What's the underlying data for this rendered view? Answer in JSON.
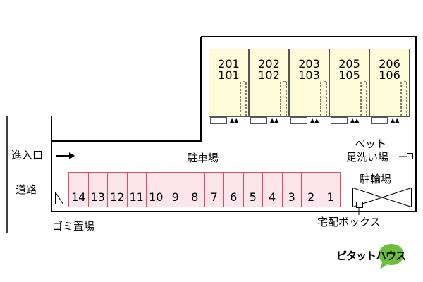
{
  "labels": {
    "entrance": "進入口",
    "road": "道路",
    "parking": "駐車場",
    "pet_wash_line1": "ペット",
    "pet_wash_line2": "足洗い場",
    "bicycle_parking": "駐輪場",
    "garbage": "ゴミ置場",
    "delivery_box": "宅配ボックス",
    "logo_text": "ピタットハウス"
  },
  "units": [
    {
      "upper": "201",
      "lower": "101"
    },
    {
      "upper": "202",
      "lower": "102"
    },
    {
      "upper": "203",
      "lower": "103"
    },
    {
      "upper": "205",
      "lower": "105"
    },
    {
      "upper": "206",
      "lower": "106"
    }
  ],
  "parking_spaces": [
    "14",
    "13",
    "12",
    "11",
    "10",
    "9",
    "8",
    "7",
    "6",
    "5",
    "4",
    "3",
    "2",
    "1"
  ],
  "colors": {
    "unit_fill": "#fefcd8",
    "parking_fill": "#fde6ea",
    "parking_border": "#d94c6a",
    "logo_green": "#6cbf3c"
  },
  "icons": {
    "entrance_arrow": "right-arrow-icon",
    "meter": "triangle-meter-icon",
    "bike_area": "crossed-box-icon",
    "garbage": "crossed-box-icon",
    "logo": "speech-bubble-icon"
  }
}
